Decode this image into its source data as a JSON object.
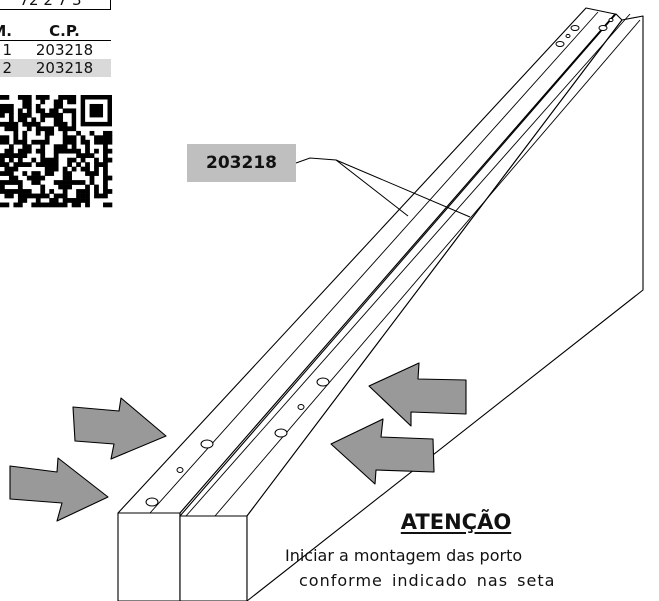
{
  "header": {
    "code_fragment": "72 2 7 3",
    "table": {
      "columns": [
        "M.",
        "C.P."
      ],
      "rows": [
        {
          "item": "1",
          "code": "203218"
        },
        {
          "item": "2",
          "code": "203218"
        }
      ]
    }
  },
  "callout": {
    "part_label": "203218"
  },
  "warning": {
    "title": "ATENÇÃO",
    "line1": "Iniciar a montagem das porto",
    "line2": "conforme indicado nas seta"
  },
  "colors": {
    "label_background": "#bfbfbf",
    "table_alt_row": "#d9d9d9",
    "arrow_fill": "#999999",
    "line": "#000000"
  },
  "icons": {
    "qr": "qr-code",
    "arrows": "assembly-direction-arrow"
  }
}
